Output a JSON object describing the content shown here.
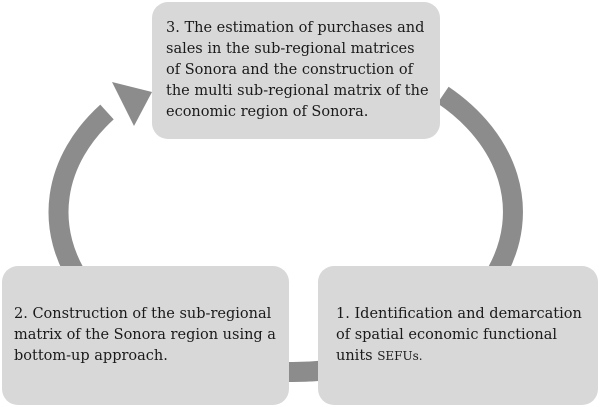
{
  "diagram": {
    "steps": [
      {
        "number": "3.",
        "text": "The estimation of purchases and sales in the sub-regional matrices of Sonora and the construction of the multi sub-regional matrix of the economic region of Sonora."
      },
      {
        "number": "2.",
        "text": "Construction of the sub-regional matrix of the Sonora region using a bottom-up approach."
      },
      {
        "number": "1.",
        "text": "Identification and demarcation of spatial economic functional units",
        "abbreviation": "SEFUs."
      }
    ],
    "colors": {
      "box_fill": "#d8d8d8",
      "ring": "#8c8c8c",
      "text": "#1a1a1a"
    }
  }
}
